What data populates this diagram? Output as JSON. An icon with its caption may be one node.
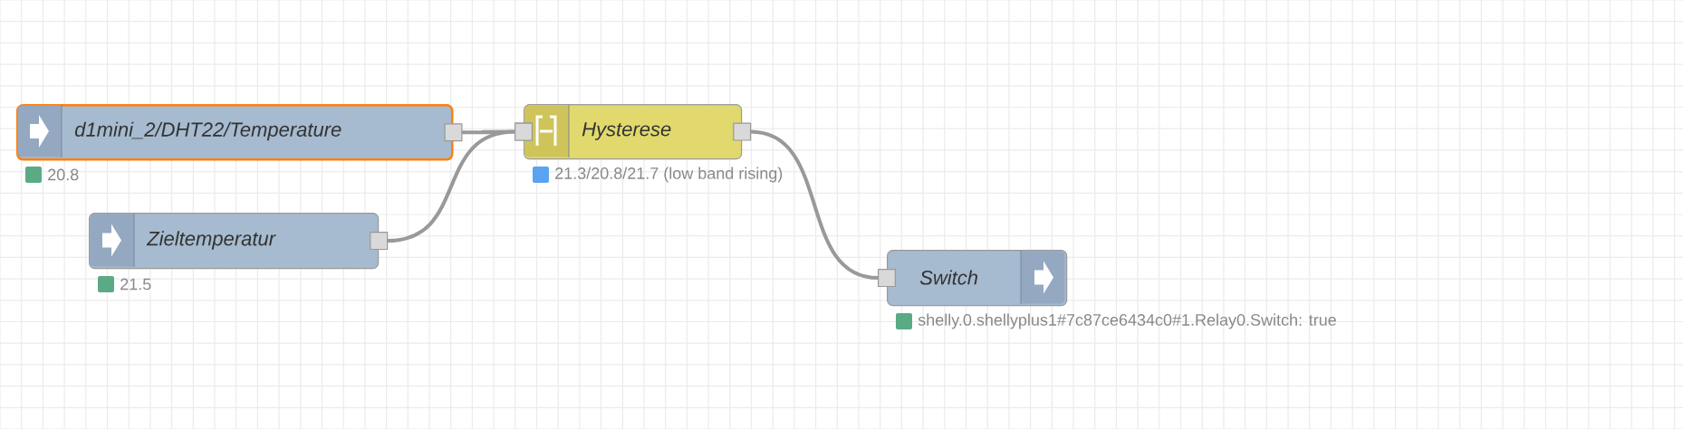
{
  "diagram": {
    "nodes": [
      {
        "text": [
          "d1mini_2/DHT22/Temperature"
        ],
        "beside": [
          "20.8"
        ]
      },
      {
        "text": [
          "Zieltemperatur"
        ],
        "beside": [
          "21.5"
        ]
      },
      {
        "text": [
          "Hysterese"
        ],
        "beside": [
          "21.3/20.8/21.7 (low band rising)"
        ]
      },
      {
        "text": [
          "Switch"
        ],
        "beside": [
          "shelly.0.shellyplus1#7c87ce6434c0#1.Relay0.Switch: true"
        ]
      }
    ],
    "edges": [
      {
        "from": 0,
        "to": 2,
        "arrow": "other"
      },
      {
        "from": 1,
        "to": 2,
        "arrow": "other"
      },
      {
        "from": 2,
        "to": 3,
        "arrow": "other"
      }
    ]
  }
}
